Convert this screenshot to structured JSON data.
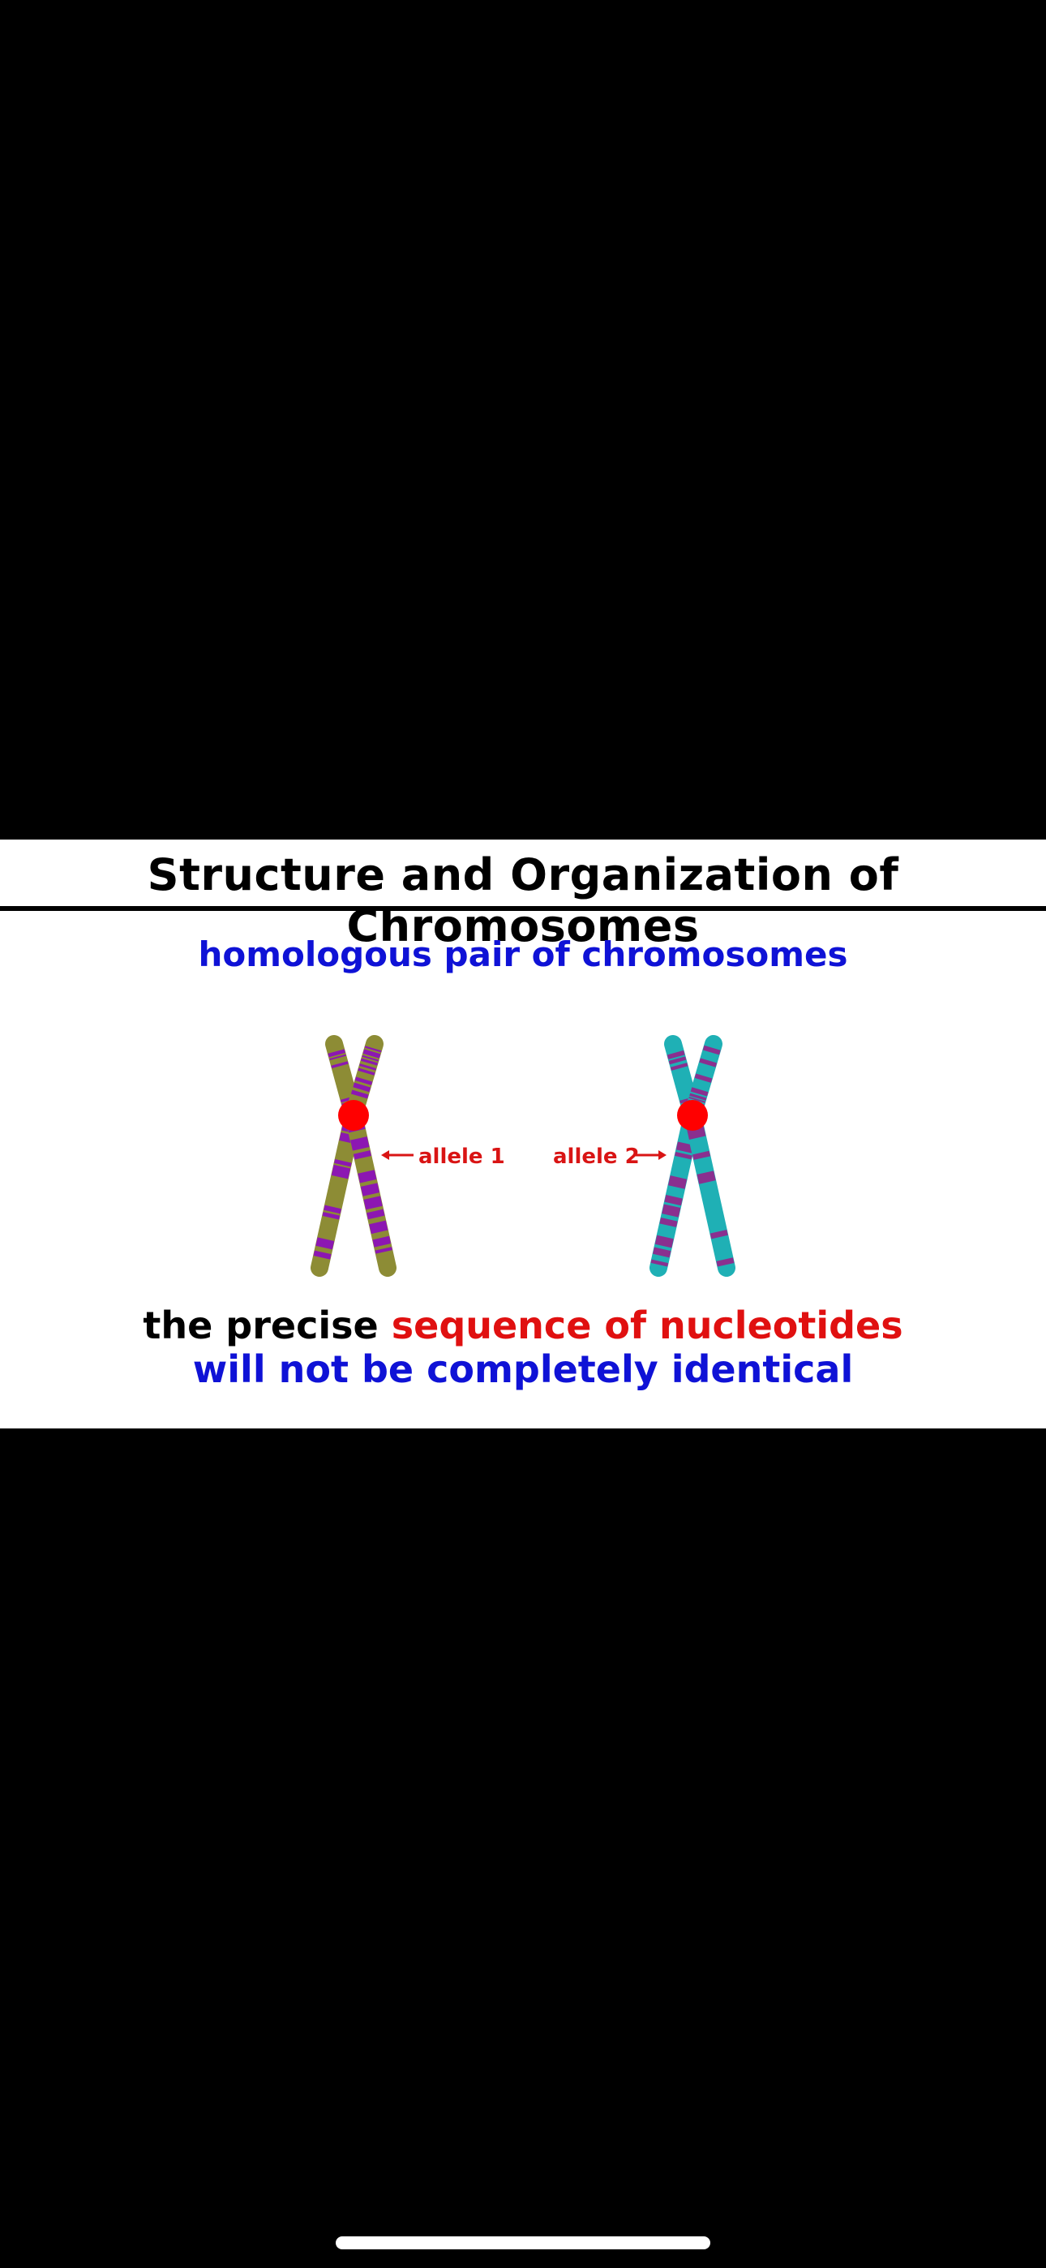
{
  "slide": {
    "title": "Structure and Organization of Chromosomes",
    "subtitle": "homologous pair of chromosomes",
    "caption": {
      "line1_part1": "the precise ",
      "line1_part2": "sequence of nucleotides",
      "line2": "will not be completely identical"
    }
  },
  "diagram": {
    "chromosome_1": {
      "label": "allele 1",
      "color_primary": "#8d8c35",
      "color_band": "#8c17b2"
    },
    "chromosome_2": {
      "label": "allele 2",
      "color_primary": "#1fb0b5",
      "color_band": "#8a2f8f"
    },
    "centromere_color": "#ff0000",
    "arrow_color": "#d91414"
  },
  "colors": {
    "title": "#000000",
    "subtitle": "#0f12d6",
    "highlight_red": "#e01010",
    "highlight_blue": "#0f12d6",
    "background_letterbox": "#000000",
    "background_slide": "#ffffff"
  }
}
